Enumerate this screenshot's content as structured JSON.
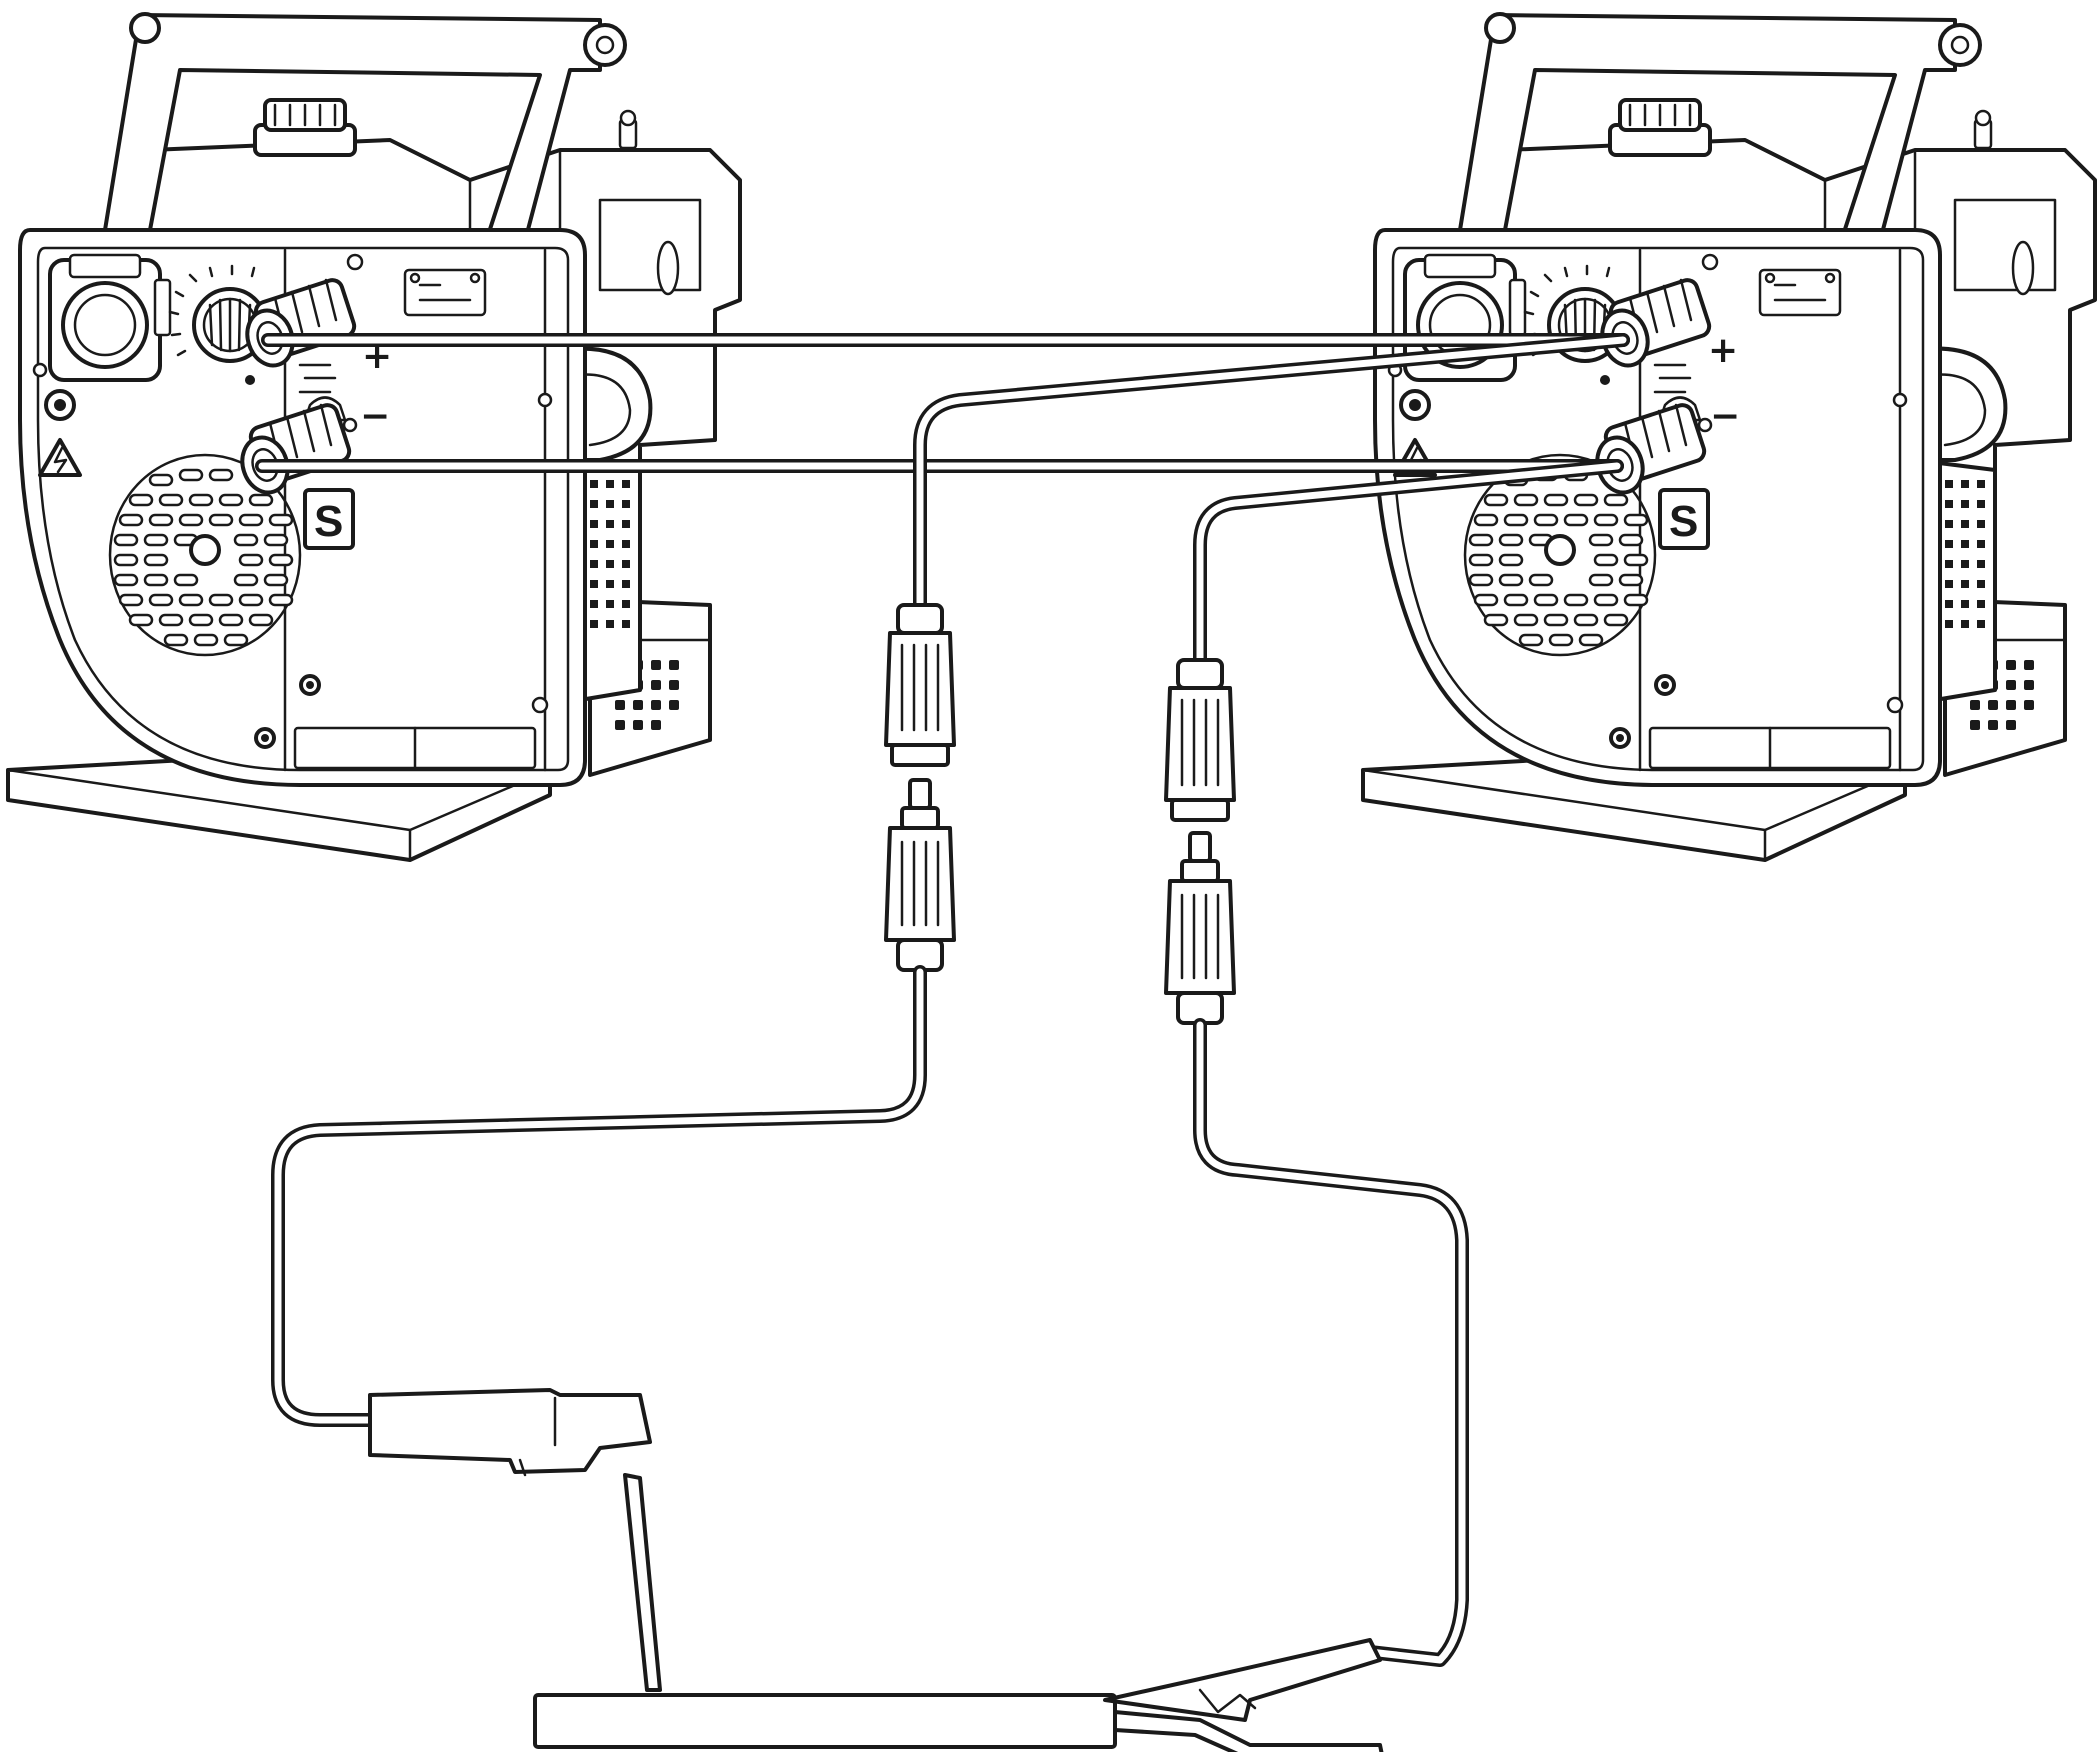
{
  "welders": [
    {
      "id": "left",
      "panel_letter": "S",
      "plus_symbol": "+",
      "minus_symbol": "−"
    },
    {
      "id": "right",
      "panel_letter": "S",
      "plus_symbol": "+",
      "minus_symbol": "−"
    }
  ],
  "icons": {
    "warning": "warning-triangle-icon",
    "fan": "fan-vent-icon",
    "knob": "current-dial-icon"
  }
}
